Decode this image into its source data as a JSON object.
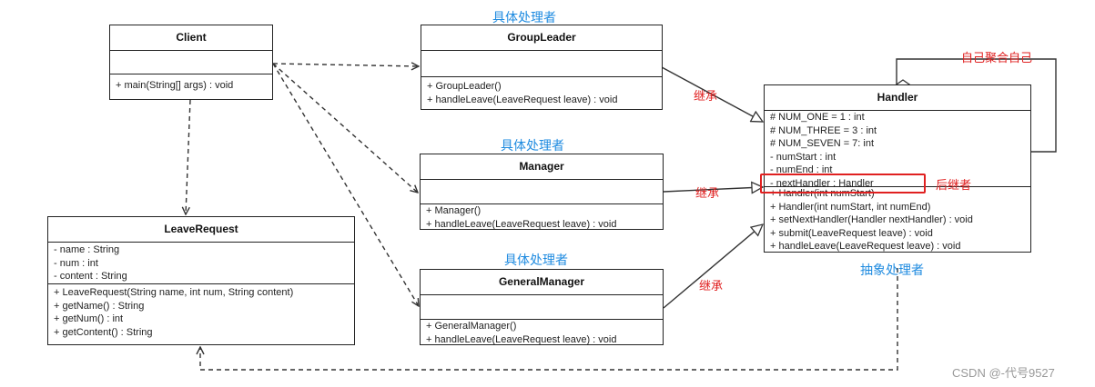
{
  "classes": {
    "client": {
      "name": "Client",
      "operations": [
        "+ main(String[] args) : void"
      ]
    },
    "group_leader": {
      "name": "GroupLeader",
      "operations": [
        "+ GroupLeader()",
        "+ handleLeave(LeaveRequest leave) : void"
      ]
    },
    "manager": {
      "name": "Manager",
      "operations": [
        "+ Manager()",
        "+ handleLeave(LeaveRequest leave) : void"
      ]
    },
    "general_manager": {
      "name": "GeneralManager",
      "operations": [
        "+ GeneralManager()",
        "+ handleLeave(LeaveRequest leave) : void"
      ]
    },
    "leave_request": {
      "name": "LeaveRequest",
      "attributes": [
        "- name : String",
        "- num : int",
        "- content : String"
      ],
      "operations": [
        "+ LeaveRequest(String name, int num, String content)",
        "+ getName() : String",
        "+ getNum() : int",
        "+ getContent() : String"
      ]
    },
    "handler": {
      "name": "Handler",
      "attributes": [
        "# NUM_ONE = 1 :   int",
        "# NUM_THREE = 3 :   int",
        "# NUM_SEVEN = 7:   int",
        "- numStart :   int",
        "- numEnd :   int",
        "- nextHandler :    Handler"
      ],
      "operations": [
        "+ Handler(int numStart)",
        "+ Handler(int numStart, int numEnd)",
        "+ setNextHandler(Handler nextHandler) :    void",
        "+ submit(LeaveRequest leave) :    void",
        "+ handleLeave(LeaveRequest leave) :    void"
      ]
    }
  },
  "annotations": {
    "concrete_handler": "具体处理者",
    "abstract_handler": "抽象处理者",
    "inherit": "继承",
    "self_aggregation": "自己聚合自己",
    "successor": "后继者"
  },
  "watermark": "CSDN @-代号9527",
  "colors": {
    "annotation_blue": "#1f8be0",
    "annotation_red": "#e02020",
    "line": "#333333"
  }
}
